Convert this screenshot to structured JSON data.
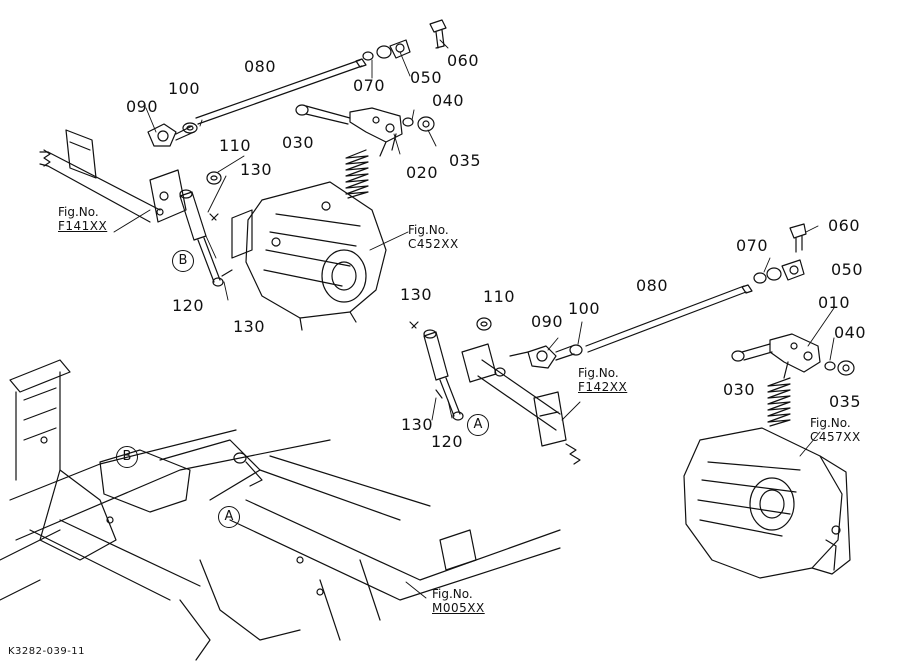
{
  "document_id": "K3282-039-11",
  "part_labels": {
    "l_060": "060",
    "l_050": "050",
    "l_080": "080",
    "l_100": "100",
    "l_090": "090",
    "l_070": "070",
    "l_040": "040",
    "l_030": "030",
    "l_020": "020",
    "l_035": "035",
    "l_110": "110",
    "l_130": "130",
    "l_120": "120",
    "l_130b": "130",
    "r_060": "060",
    "r_070": "070",
    "r_050": "050",
    "r_080": "080",
    "r_010": "010",
    "r_040": "040",
    "r_130": "130",
    "r_110": "110",
    "r_090": "090",
    "r_100": "100",
    "r_030": "030",
    "r_035": "035",
    "r_130b": "130",
    "r_120": "120"
  },
  "callouts": {
    "B_top": "B",
    "A_mid": "A",
    "B_frame": "B",
    "A_frame": "A"
  },
  "figure_refs": [
    {
      "caption": "Fig.No.",
      "code": "F141XX"
    },
    {
      "caption": "Fig.No.",
      "code": "C452XX"
    },
    {
      "caption": "Fig.No.",
      "code": "F142XX"
    },
    {
      "caption": "Fig.No.",
      "code": "C457XX"
    },
    {
      "caption": "Fig.No.",
      "code": "M005XX"
    }
  ]
}
